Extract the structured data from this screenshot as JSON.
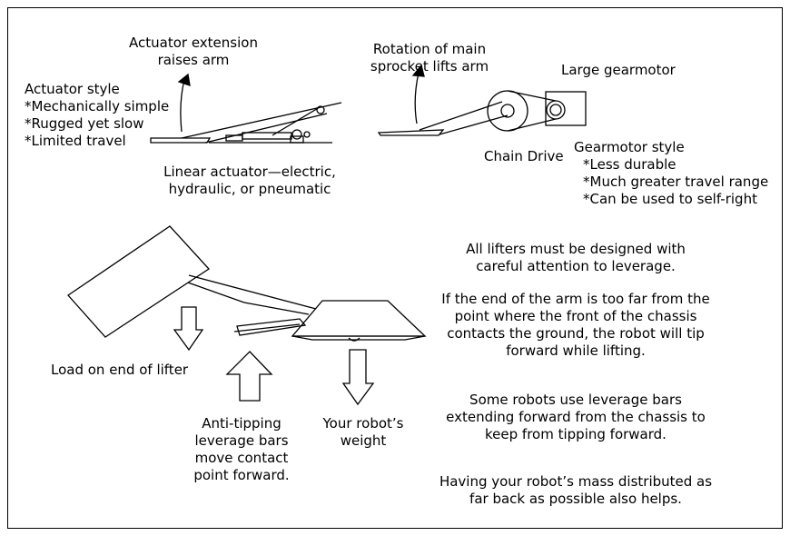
{
  "top_left": {
    "extension_label": [
      "Actuator extension",
      "raises arm"
    ],
    "style_title": "Actuator style",
    "style_points": [
      "*Mechanically simple",
      "*Rugged yet slow",
      "*Limited travel"
    ],
    "actuator_caption": [
      "Linear  actuator—electric,",
      "hydraulic, or pneumatic"
    ]
  },
  "top_right": {
    "rotation_label": [
      "Rotation of main",
      "sprocket lifts arm"
    ],
    "gearmotor_label": "Large gearmotor",
    "chain_label": "Chain Drive",
    "style_title": "Gearmotor style",
    "style_points": [
      "*Less durable",
      "*Much greater travel range",
      "*Can be used to self-right"
    ]
  },
  "bottom_left": {
    "load_label": "Load on end of lifter",
    "anti_tipping_label": [
      "Anti-tipping",
      "leverage bars",
      "move contact",
      "point forward."
    ],
    "weight_label": [
      "Your robot’s",
      "weight"
    ]
  },
  "notes": [
    [
      "All lifters must be designed with",
      "careful attention to leverage."
    ],
    [
      "If the end of the arm is too far from the",
      "point where the front of the chassis",
      "contacts the ground, the robot will tip",
      "forward while lifting."
    ],
    [
      "Some robots use leverage bars",
      "extending forward from the chassis to",
      "keep from tipping forward."
    ],
    [
      "Having your robot’s mass distributed as",
      "far back as possible also helps."
    ]
  ]
}
